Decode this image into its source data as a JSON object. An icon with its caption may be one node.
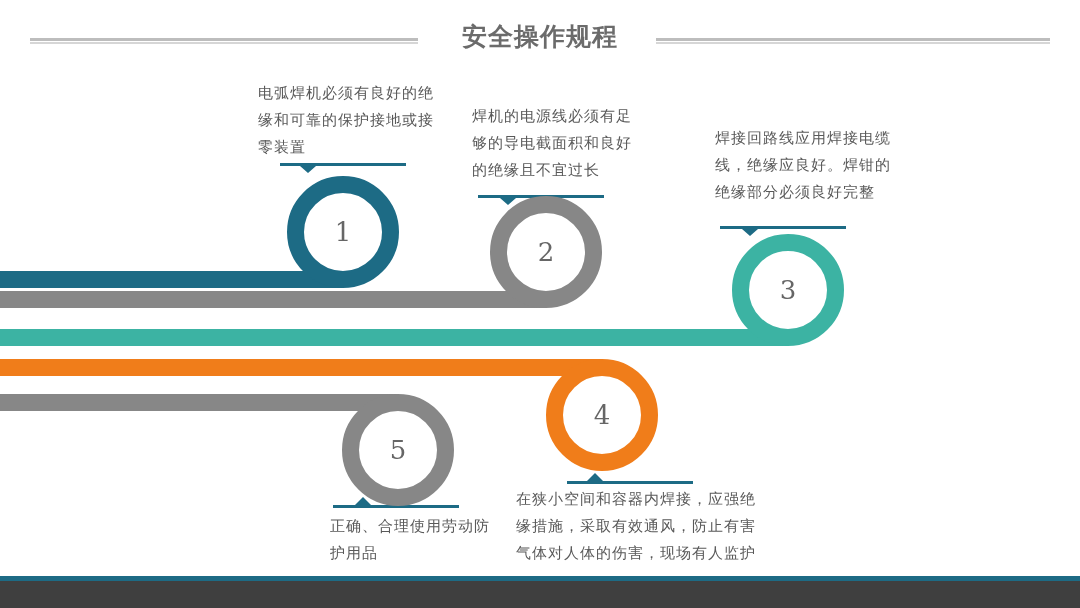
{
  "diagram": {
    "title": "安全操作规程",
    "nodes": [
      {
        "text": [
          "1"
        ],
        "beside": [
          "电弧焊机必须有良好的绝缘和可靠的保护接地或接零装置"
        ]
      },
      {
        "text": [
          "2"
        ],
        "beside": [
          "焊机的电源线必须有足够的导电截面积和良好的绝缘且不宜过长"
        ]
      },
      {
        "text": [
          "3"
        ],
        "beside": [
          "焊接回路线应用焊接电缆线，绝缘应良好。焊钳的绝缘部分必须良好完整"
        ]
      },
      {
        "text": [
          "4"
        ],
        "beside": [
          "在狭小空间和容器内焊接，应强绝缘措施，采取有效通风，防止有害气体对人体的伤害，现场有人监护"
        ]
      },
      {
        "text": [
          "5"
        ],
        "beside": [
          "正确、合理使用劳动防护用品"
        ]
      }
    ],
    "edges": [
      {
        "from": null,
        "to": 0,
        "arrow": "none",
        "color": "#1d6b85"
      },
      {
        "from": null,
        "to": 1,
        "arrow": "none",
        "color": "#878787"
      },
      {
        "from": null,
        "to": 2,
        "arrow": "none",
        "color": "#3cb3a3"
      },
      {
        "from": null,
        "to": 3,
        "arrow": "none",
        "color": "#f07d1a"
      },
      {
        "from": null,
        "to": 4,
        "arrow": "none",
        "color": "#878787"
      }
    ]
  }
}
